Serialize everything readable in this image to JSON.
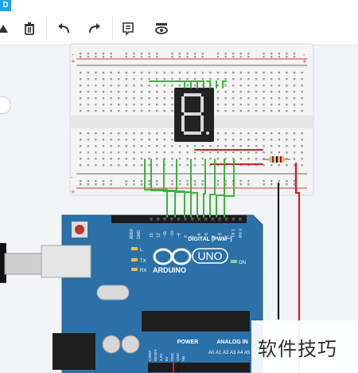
{
  "app": {
    "brand_letter": "D"
  },
  "toolbar": {
    "items": [
      {
        "name": "rotate-icon"
      },
      {
        "name": "delete-icon"
      },
      {
        "name": "undo-icon"
      },
      {
        "name": "redo-icon"
      },
      {
        "name": "notes-icon"
      },
      {
        "name": "visibility-icon"
      }
    ]
  },
  "display": {
    "digit": "8"
  },
  "arduino": {
    "brand": "ARDUINO",
    "model": "UNO",
    "digital_label": "DIGITAL (PWM~)",
    "power_label": "POWER",
    "analog_label": "ANALOG IN",
    "on_label": "ON",
    "l_label": "L",
    "tx_label": "TX",
    "rx_label": "RX",
    "aref": "AREF",
    "gnd": "GND",
    "digital_pins": [
      "13",
      "12",
      "~11",
      "~10",
      "~9",
      "8",
      "7",
      "~6",
      "~5",
      "4",
      "~3",
      "2",
      "TX 1",
      "RX 0"
    ],
    "power_pins": [
      "IOREF",
      "RESET",
      "3.3V",
      "5V",
      "GND",
      "GND",
      "Vin"
    ],
    "analog_pins": [
      "A0",
      "A1",
      "A2",
      "A3",
      "A4",
      "A5"
    ]
  },
  "watermark": {
    "text": "软件技巧"
  },
  "colors": {
    "board": "#2b71a8",
    "wire_green": "#3cb43c",
    "wire_red": "#d02020",
    "wire_black": "#1a1a1a",
    "segment": "#d8d8d8",
    "display_bg": "#222222"
  }
}
